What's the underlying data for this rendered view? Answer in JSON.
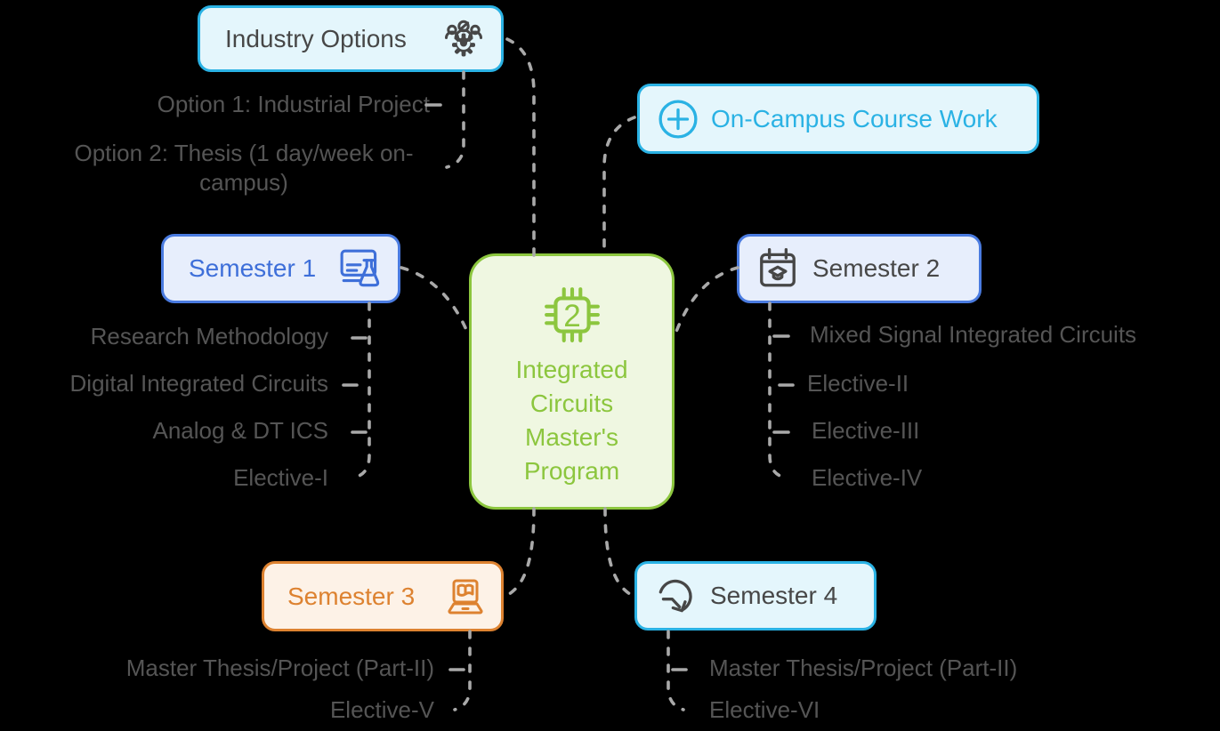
{
  "diagram": {
    "center": {
      "label": "Integrated Circuits Master's Program",
      "chip_number": "2"
    },
    "branches": {
      "industry_options": {
        "label": "Industry Options",
        "icon": "gears-team-icon",
        "items": [
          "Option 1: Industrial Project",
          "Option 2: Thesis (1 day/week on-campus)"
        ]
      },
      "on_campus": {
        "label": "On-Campus Course Work",
        "icon": "plus-circle-icon",
        "items": []
      },
      "semester_1": {
        "label": "Semester 1",
        "icon": "computer-flask-icon",
        "items": [
          "Research Methodology",
          "Digital Integrated Circuits",
          "Analog & DT ICS",
          "Elective-I"
        ]
      },
      "semester_2": {
        "label": "Semester 2",
        "icon": "calendar-graduation-icon",
        "items": [
          "Mixed Signal Integrated Circuits",
          "Elective-II",
          "Elective-III",
          "Elective-IV"
        ]
      },
      "semester_3": {
        "label": "Semester 3",
        "icon": "laptop-book-icon",
        "items": [
          "Master Thesis/Project (Part-II)",
          "Elective-V"
        ]
      },
      "semester_4": {
        "label": "Semester 4",
        "icon": "gauge-arrow-icon",
        "items": [
          "Master Thesis/Project (Part-II)",
          "Elective-VI"
        ]
      }
    }
  },
  "colors": {
    "background": "#000000",
    "cyan": "#2ab2e4",
    "cyan_fill": "#e4f6fc",
    "blue": "#4a7be0",
    "blue_fill": "#e7eefc",
    "blue_text": "#3e6fd9",
    "orange": "#dd8230",
    "orange_fill": "#fdf2e7",
    "green": "#8cc63e",
    "green_fill": "#eff7e1",
    "dark_text": "#474747",
    "muted_text": "#555555",
    "dash": "#a9a9a9"
  }
}
